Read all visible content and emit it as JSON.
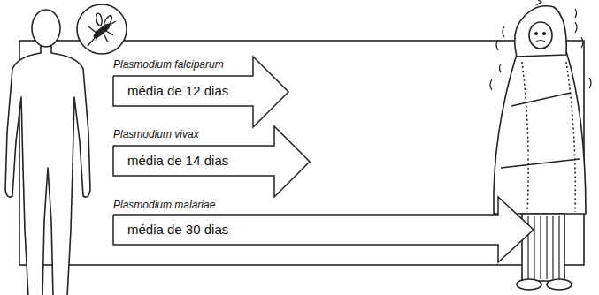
{
  "diagram": {
    "nodes": [
      {
        "text": [
          "Plasmodium falciparum",
          "média de 12 dias"
        ]
      },
      {
        "text": [
          "Plasmodium vivax",
          "média de 14 dias"
        ]
      },
      {
        "text": [
          "Plasmodium malariae",
          "média de 30 dias"
        ]
      }
    ]
  }
}
